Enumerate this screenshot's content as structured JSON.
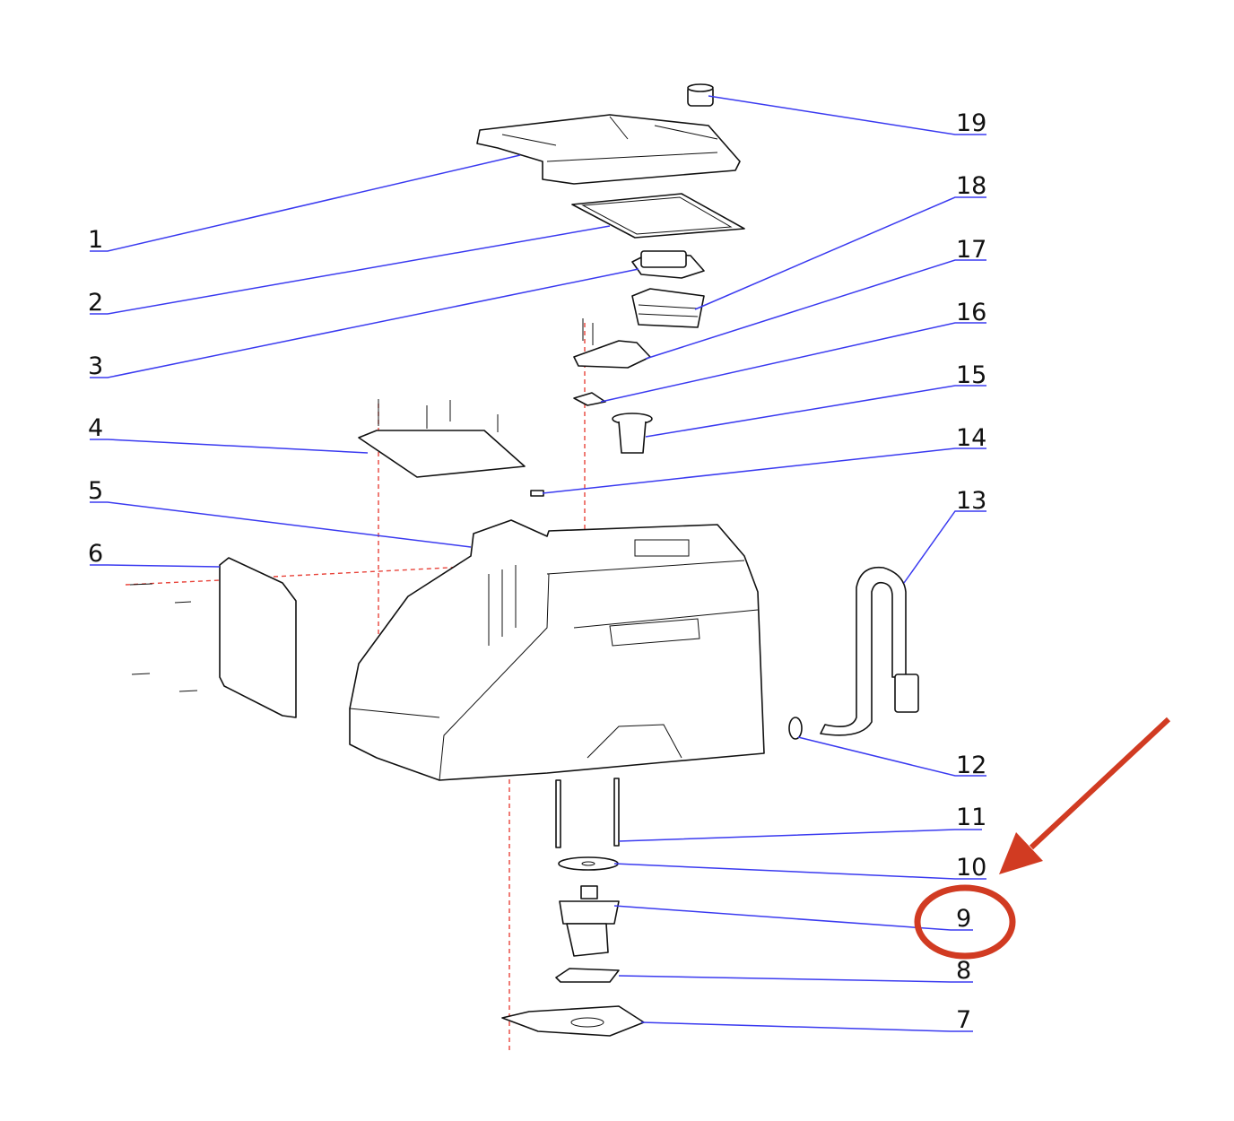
{
  "diagram": {
    "labels": [
      "1",
      "2",
      "3",
      "4",
      "5",
      "6",
      "7",
      "8",
      "9",
      "10",
      "11",
      "12",
      "13",
      "14",
      "15",
      "16",
      "17",
      "18",
      "19"
    ],
    "highlighted_label": "9",
    "colors": {
      "leader": "#3a3af0",
      "annotation": "#d13b22",
      "axis_dash": "#e8433a"
    }
  }
}
